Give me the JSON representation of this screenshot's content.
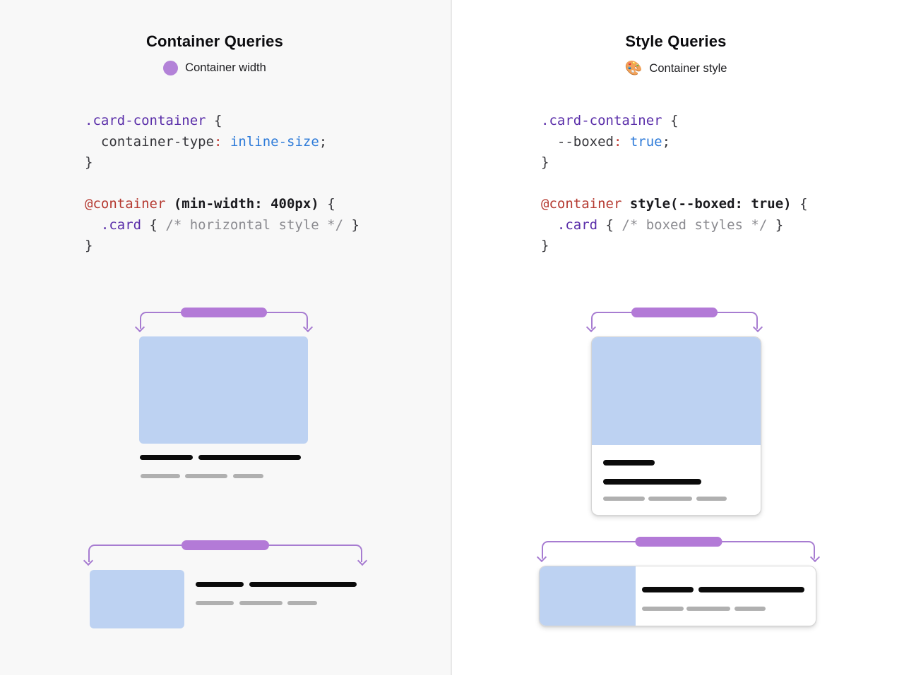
{
  "left_panel": {
    "title": "Container Queries",
    "legend": {
      "icon": "purple-circle-icon",
      "label": "Container width"
    }
  },
  "right_panel": {
    "title": "Style Queries",
    "legend": {
      "icon": "palette-emoji-icon",
      "emoji": "🎨",
      "label": "Container style"
    }
  },
  "code_blocks": {
    "container_queries": [
      [
        {
          "t": ".card-container",
          "c": "sel"
        },
        {
          "t": " {",
          "c": "pln"
        }
      ],
      [
        {
          "t": "  container-type",
          "c": "pln"
        },
        {
          "t": ":",
          "c": "red"
        },
        {
          "t": " ",
          "c": "pln"
        },
        {
          "t": "inline-size",
          "c": "val"
        },
        {
          "t": ";",
          "c": "pln"
        }
      ],
      [
        {
          "t": "}",
          "c": "pln"
        }
      ],
      [],
      [
        {
          "t": "@container",
          "c": "at"
        },
        {
          "t": " ",
          "c": "pln"
        },
        {
          "t": "(min-width: 400px)",
          "c": "b"
        },
        {
          "t": " {",
          "c": "pln"
        }
      ],
      [
        {
          "t": "  .card",
          "c": "sel"
        },
        {
          "t": " { ",
          "c": "pln"
        },
        {
          "t": "/* horizontal style */",
          "c": "cmt"
        },
        {
          "t": " }",
          "c": "pln"
        }
      ],
      [
        {
          "t": "}",
          "c": "pln"
        }
      ]
    ],
    "style_queries": [
      [
        {
          "t": ".card-container",
          "c": "sel"
        },
        {
          "t": " {",
          "c": "pln"
        }
      ],
      [
        {
          "t": "  --boxed",
          "c": "pln"
        },
        {
          "t": ":",
          "c": "red"
        },
        {
          "t": " ",
          "c": "pln"
        },
        {
          "t": "true",
          "c": "val"
        },
        {
          "t": ";",
          "c": "pln"
        }
      ],
      [
        {
          "t": "}",
          "c": "pln"
        }
      ],
      [],
      [
        {
          "t": "@container",
          "c": "at"
        },
        {
          "t": " ",
          "c": "pln"
        },
        {
          "t": "style(--boxed: true)",
          "c": "b"
        },
        {
          "t": " {",
          "c": "pln"
        }
      ],
      [
        {
          "t": "  .card",
          "c": "sel"
        },
        {
          "t": " { ",
          "c": "pln"
        },
        {
          "t": "/* boxed styles */",
          "c": "cmt"
        },
        {
          "t": " }",
          "c": "pln"
        }
      ],
      [
        {
          "t": "}",
          "c": "pln"
        }
      ]
    ]
  },
  "colors": {
    "pill_purple": "#b37ad7",
    "bracket_purple": "#a77cd1",
    "legend_dot_purple": "#b382d8",
    "image_blue": "#bdd2f2",
    "text_bar_black": "#0b0b0b",
    "text_bar_gray": "#b0b0b0",
    "left_panel_bg": "#f8f8f8",
    "right_panel_bg": "#ffffff"
  }
}
